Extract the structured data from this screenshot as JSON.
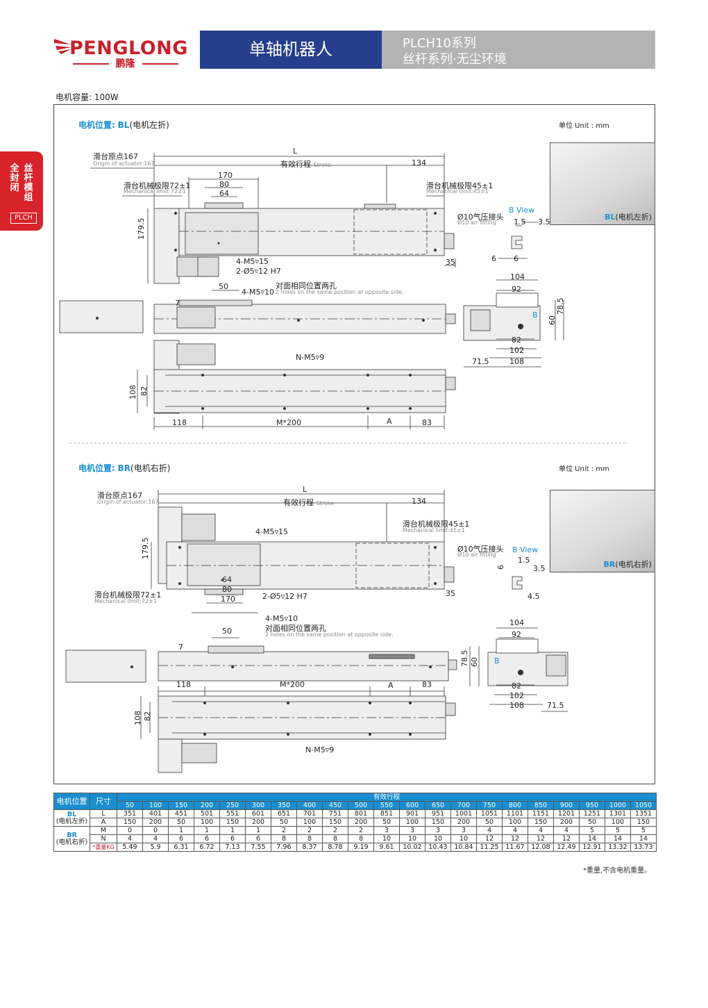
{
  "header": {
    "brand": "PENGLONG",
    "brand_cn": "鹏隆",
    "title": "单轴机器人",
    "series_line1": "PLCH10系列",
    "series_line2": "丝杆系列·无尘环境"
  },
  "sidetab": {
    "col1": "全封闭",
    "col2": "丝杆模组",
    "tag": "PLCH"
  },
  "motor_capacity": "电机容量: 100W",
  "colors": {
    "brand_red": "#c8202b",
    "title_blue": "#263f8c",
    "accent_blue": "#1a8ed0",
    "series_gray": "#b3b3b3"
  },
  "bl": {
    "heading_prefix": "电机位置:",
    "heading_code": "BL",
    "heading_suffix": "(电机左折)",
    "unit": "单位 Unit : mm",
    "origin": "滑台原点167",
    "origin_en": "Origin of actuator:167",
    "L": "L",
    "stroke": "有效行程",
    "stroke_en": "Stroke",
    "d134": "134",
    "d170": "170",
    "d80": "80",
    "d64": "64",
    "mech72": "滑台机械极限72±1",
    "mech72_en": "Mechanical limit:72±1",
    "mech45": "滑台机械极限45±1",
    "mech45_en": "Mechanical limit:45±1",
    "air": "Ø10气压接头",
    "air_en": "Ø10 air fitting",
    "bview": "B View",
    "d1_5": "1.5",
    "d3_5": "3.5",
    "d6a": "6",
    "d6b": "6",
    "d35": "35",
    "d179_5": "179.5",
    "m5_15": "4-M5▿15",
    "o5_12": "2-Ø5▿12 H7",
    "d50": "50",
    "m5_10": "4-M5▿10",
    "opp": "对面相同位置两孔",
    "opp_en": "2 holes on the same position at opposite side.",
    "d7": "7",
    "d104": "104",
    "d92": "92",
    "d60": "60",
    "d78_5": "78.5",
    "d82": "82",
    "d102": "102",
    "d108": "108",
    "d71_5": "71.5",
    "b": "B",
    "nm5": "N-M5▿9",
    "d108v": "108",
    "d82v": "82",
    "d118": "118",
    "m200": "M*200",
    "A": "A",
    "d83": "83",
    "photo": "(电机左折)"
  },
  "br": {
    "heading_prefix": "电机位置:",
    "heading_code": "BR",
    "heading_suffix": "(电机右折)",
    "unit": "单位 Unit : mm",
    "origin": "滑台原点167",
    "origin_en": "Origin of actuator:167",
    "L": "L",
    "stroke": "有效行程",
    "stroke_en": "Stroke",
    "d134": "134",
    "m5_15": "4-M5▿15",
    "mech45": "滑台机械极限45±1",
    "mech45_en": "Mechanical limit:45±1",
    "air": "Ø10气压接头",
    "air_en": "Ø10 air fitting",
    "bview": "B View",
    "d1_5": "1.5",
    "d3_5": "3.5",
    "d6": "6",
    "d4_5": "4.5",
    "d35": "35",
    "d179_5": "179.5",
    "mech72": "滑台机械极限72±1",
    "mech72_en": "Mechanical limit:72±1",
    "d64": "64",
    "d80": "80",
    "d170": "170",
    "o5_12": "2-Ø5▿12 H7",
    "m5_10": "4-M5▿10",
    "opp": "对面相同位置两孔",
    "opp_en": "2 holes on the same position at opposite side.",
    "d50": "50",
    "d7": "7",
    "d104": "104",
    "d92": "92",
    "d78_5": "78.5",
    "d60": "60",
    "d82": "82",
    "d102": "102",
    "d108": "108",
    "d71_5": "71.5",
    "b": "B",
    "d118": "118",
    "m200": "M*200",
    "A": "A",
    "d83": "83",
    "d108v": "108",
    "d82v": "82",
    "nm5": "N-M5▿9",
    "photo": "(电机右折)"
  },
  "table": {
    "col_motor": "电机位置",
    "col_size": "尺寸",
    "stroke_header": "有效行程",
    "strokes": [
      "50",
      "100",
      "150",
      "200",
      "250",
      "300",
      "350",
      "400",
      "450",
      "500",
      "550",
      "600",
      "650",
      "700",
      "750",
      "800",
      "850",
      "900",
      "950",
      "1000",
      "1050"
    ],
    "bl_code": "BL",
    "bl_name": "(电机左折)",
    "br_code": "BR",
    "br_name": "(电机右折)",
    "rows": [
      {
        "label": "L",
        "values": [
          "351",
          "401",
          "451",
          "501",
          "551",
          "601",
          "651",
          "701",
          "751",
          "801",
          "851",
          "901",
          "951",
          "1001",
          "1051",
          "1101",
          "1151",
          "1201",
          "1251",
          "1301",
          "1351"
        ]
      },
      {
        "label": "A",
        "values": [
          "150",
          "200",
          "50",
          "100",
          "150",
          "200",
          "50",
          "100",
          "150",
          "200",
          "50",
          "100",
          "150",
          "200",
          "50",
          "100",
          "150",
          "200",
          "50",
          "100",
          "150"
        ]
      },
      {
        "label": "M",
        "values": [
          "0",
          "0",
          "1",
          "1",
          "1",
          "1",
          "2",
          "2",
          "2",
          "2",
          "3",
          "3",
          "3",
          "3",
          "4",
          "4",
          "4",
          "4",
          "5",
          "5",
          "5"
        ]
      },
      {
        "label": "N",
        "values": [
          "4",
          "4",
          "6",
          "6",
          "6",
          "6",
          "8",
          "8",
          "8",
          "8",
          "10",
          "10",
          "10",
          "10",
          "12",
          "12",
          "12",
          "12",
          "14",
          "14",
          "14"
        ]
      },
      {
        "label": "*重量KG",
        "values": [
          "5.49",
          "5.9",
          "6.31",
          "6.72",
          "7.13",
          "7.55",
          "7.96",
          "8.37",
          "8.78",
          "9.19",
          "9.61",
          "10.02",
          "10.43",
          "10.84",
          "11.25",
          "11.67",
          "12.08",
          "12.49",
          "12.91",
          "13.32",
          "13.73"
        ]
      }
    ],
    "note": "*重量,不含电机重量。"
  }
}
